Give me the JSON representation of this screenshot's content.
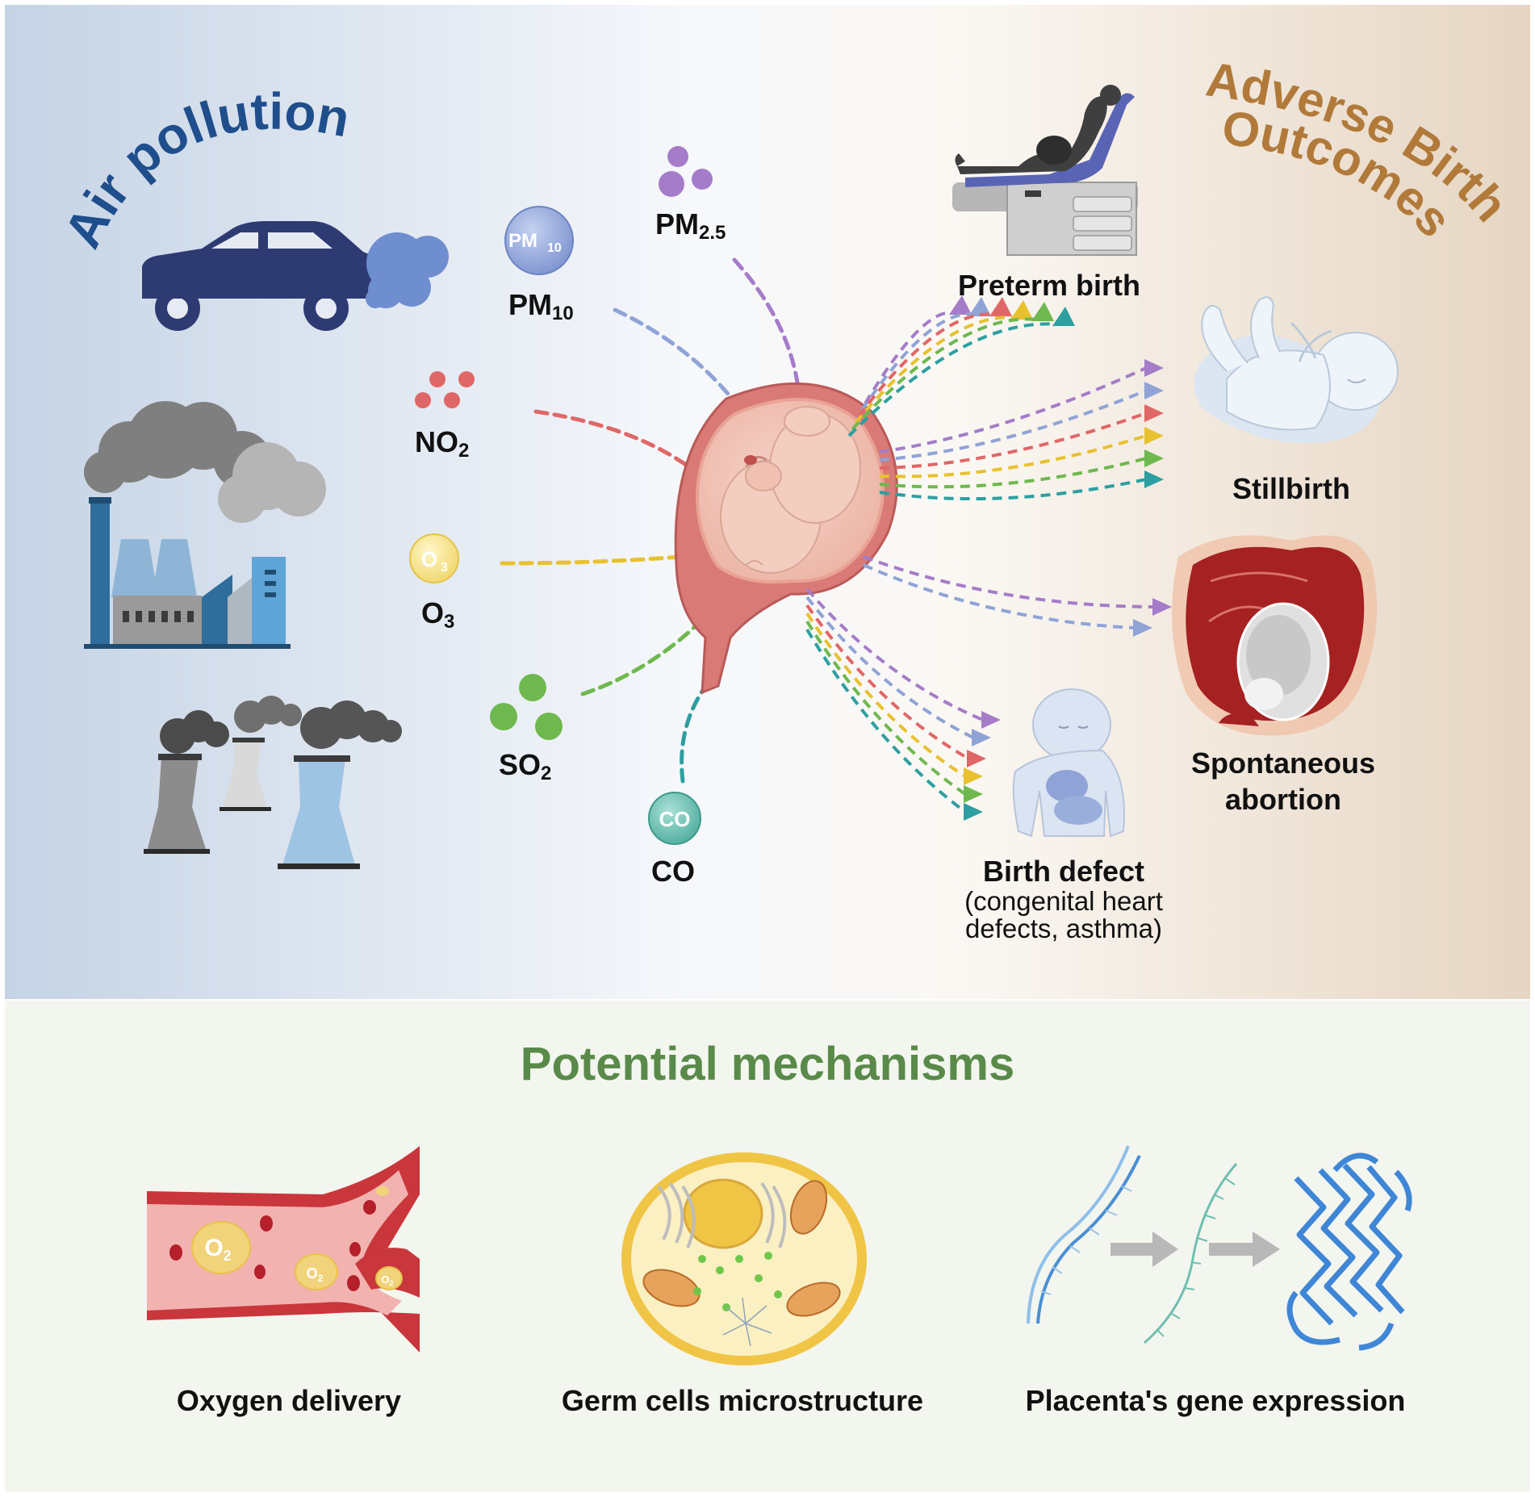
{
  "titles": {
    "air_pollution": "Air pollution",
    "adverse_line1": "Adverse Birth",
    "adverse_line2": "Outcomes",
    "mechanisms": "Potential mechanisms"
  },
  "pollutants": {
    "pm25": {
      "main": "PM",
      "sub": "2.5",
      "badge": "",
      "color": "#a57cc9"
    },
    "pm10": {
      "main": "PM",
      "sub": "10",
      "badge_main": "PM",
      "badge_sub": "10",
      "color": "#8fa3d6"
    },
    "no2": {
      "main": "NO",
      "sub": "2",
      "color": "#e06767"
    },
    "o3": {
      "main": "O",
      "sub": "3",
      "badge_main": "O",
      "badge_sub": "3",
      "color": "#e8c12f"
    },
    "so2": {
      "main": "SO",
      "sub": "2",
      "color": "#6fb84f"
    },
    "co": {
      "main": "CO",
      "badge": "CO",
      "color": "#2e9fa0"
    }
  },
  "outcomes": {
    "preterm": "Preterm birth",
    "stillbirth": "Stillbirth",
    "abortion_line1": "Spontaneous",
    "abortion_line2": "abortion",
    "defect_title": "Birth defect",
    "defect_line1": "(congenital heart",
    "defect_line2": "defects, asthma)"
  },
  "mechanisms": {
    "oxygen": "Oxygen delivery",
    "o2_label": "O",
    "o2_sub": "2",
    "germ": "Germ cells microstructure",
    "placenta": "Placenta's gene expression"
  },
  "colors": {
    "air_title": "#1f4e8c",
    "adverse_title": "#b17a3a",
    "mechanism_title": "#5a8a4a",
    "top_left_bg": "#c9d6e6",
    "top_right_bg": "#e8d8c5",
    "bottom_bg": "#f3f6ef"
  },
  "icons": {
    "car": "car-icon",
    "factory": "factory-icon",
    "cooling_towers": "cooling-tower-icon",
    "uterus": "pregnant-uterus-icon",
    "bed": "delivery-bed-icon",
    "baby": "stillborn-baby-icon",
    "abortion": "miscarriage-icon",
    "infant": "infant-organs-icon",
    "vessel": "blood-vessel-icon",
    "cell": "cell-icon",
    "dna": "dna-icon",
    "rna": "rna-icon",
    "protein": "protein-icon"
  }
}
